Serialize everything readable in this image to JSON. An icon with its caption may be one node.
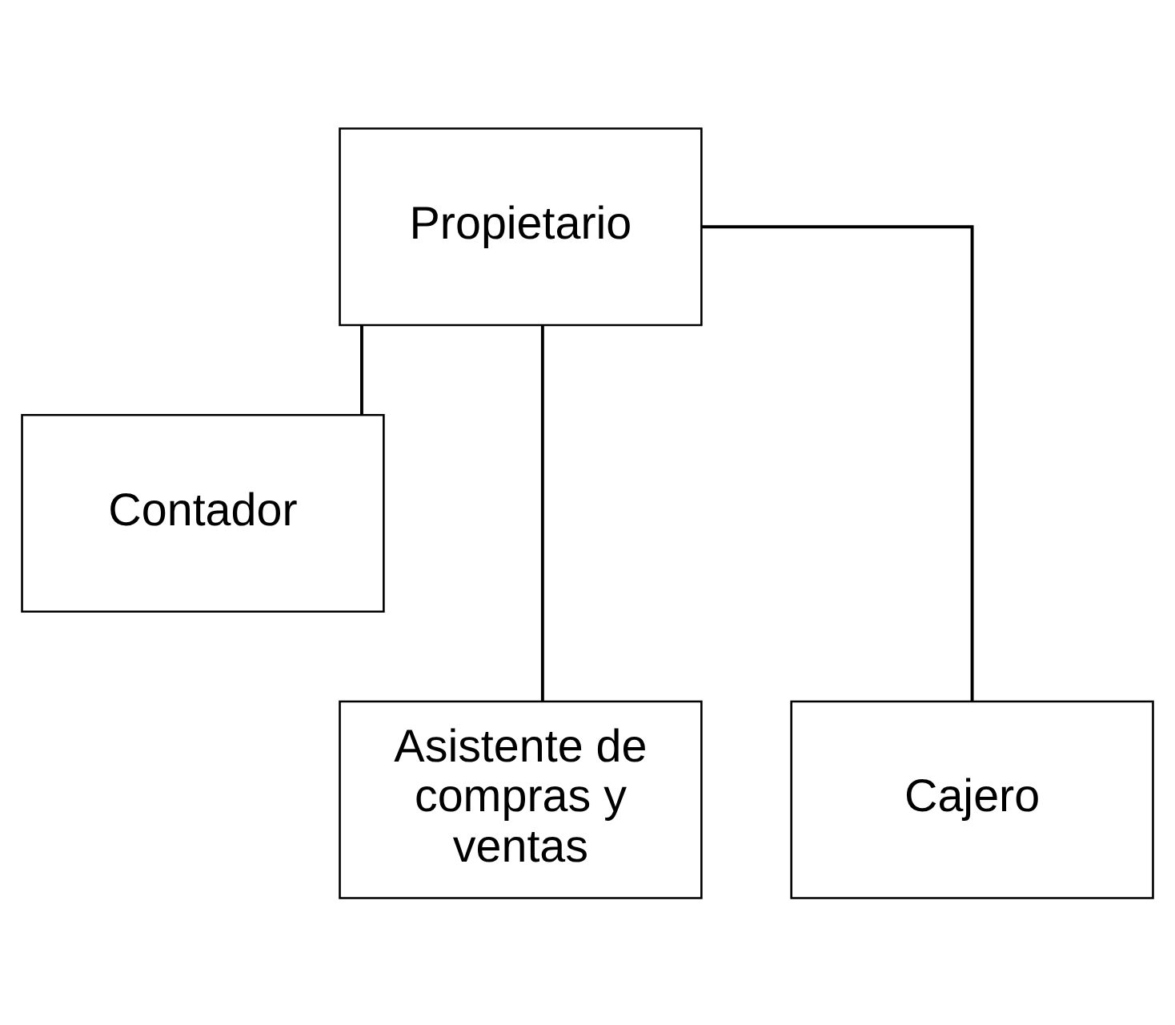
{
  "diagram": {
    "nodes": [
      {
        "text": [
          "Propietario"
        ]
      },
      {
        "text": [
          "Contador"
        ]
      },
      {
        "text": [
          "Asistente de compras y ventas"
        ]
      },
      {
        "text": [
          "Cajero"
        ]
      }
    ],
    "edges": [
      {
        "from": 0,
        "to": 1,
        "arrow": "none"
      },
      {
        "from": 0,
        "to": 2,
        "arrow": "none"
      },
      {
        "from": 0,
        "to": 3,
        "arrow": "none"
      }
    ]
  }
}
